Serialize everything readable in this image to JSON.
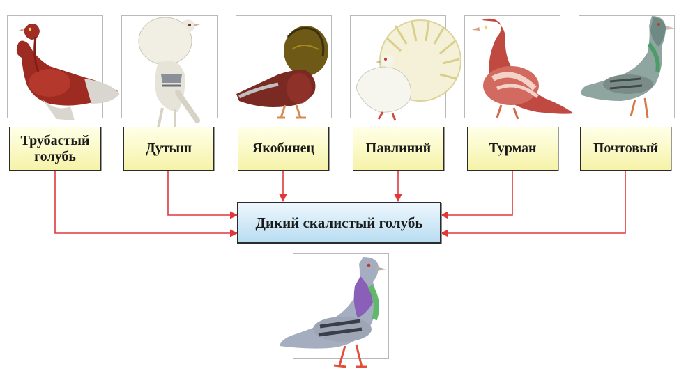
{
  "colors": {
    "arrow": "#e0373b",
    "breed_box_fill": "#f6f3a8",
    "ancestor_box_fill": "#b8ddf1",
    "box_border": "#2b2b2b",
    "frame_border": "#b9b9b9"
  },
  "breeds": [
    {
      "id": "trubasty",
      "label": "Трубастый\nголубь",
      "illustration": "red-fantail-pigeon"
    },
    {
      "id": "dutysh",
      "label": "Дутыш",
      "illustration": "white-pouter-pigeon"
    },
    {
      "id": "yakobinets",
      "label": "Якобинец",
      "illustration": "jacobin-pigeon"
    },
    {
      "id": "pavliny",
      "label": "Павлиний",
      "illustration": "white-peacock-pigeon"
    },
    {
      "id": "turman",
      "label": "Турман",
      "illustration": "red-tumbler-pigeon"
    },
    {
      "id": "pochtovy",
      "label": "Почтовый",
      "illustration": "homing-pigeon"
    }
  ],
  "ancestor": {
    "label": "Дикий скалистый голубь",
    "illustration": "rock-dove"
  },
  "relation": "each breed box points with a red arrow to the wild rock dove box"
}
